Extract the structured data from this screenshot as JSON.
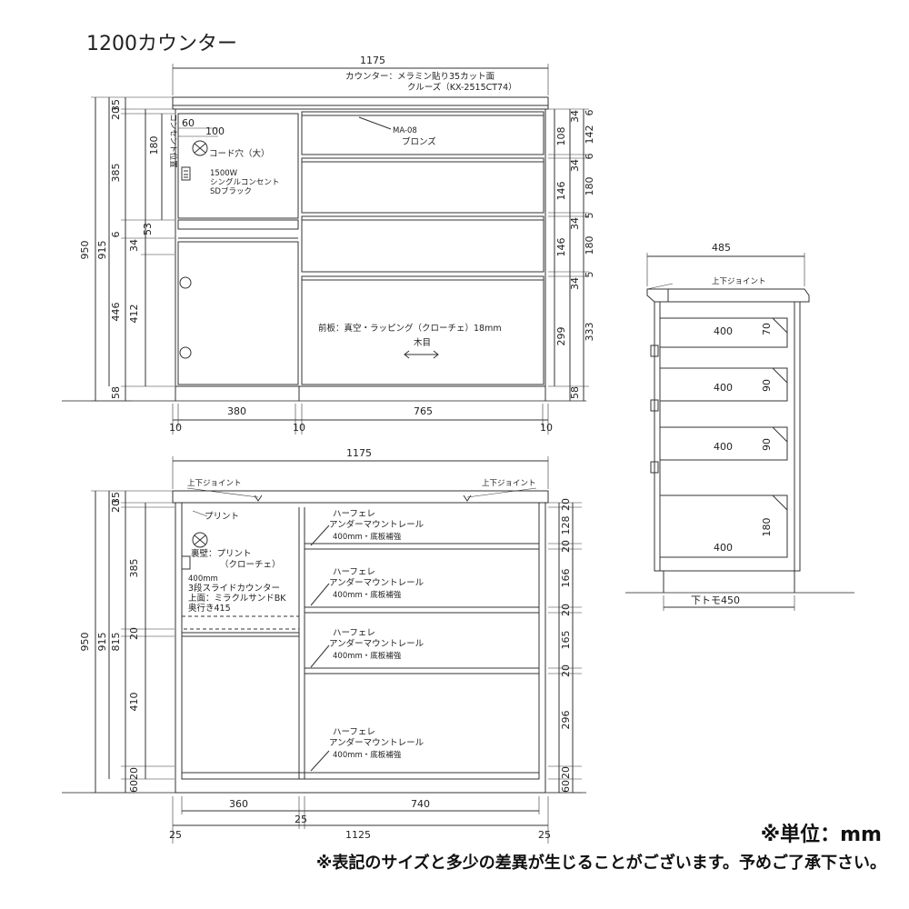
{
  "title": "1200カウンター",
  "notes": {
    "unit": "※単位：mm",
    "disclaimer": "※表記のサイズと多少の差異が生じることがございます。予めご了承下さい。"
  },
  "front_view": {
    "width_total": "1175",
    "counter_label_1": "カウンター：メラミン貼り35カット面",
    "counter_label_2": "クルーズ（KX-2515CT74）",
    "left_dims": [
      "35",
      "20",
      "385",
      "6",
      "34",
      "446",
      "58"
    ],
    "inner_left_dims": [
      "180",
      "53",
      "412"
    ],
    "outer_left_dims": [
      "950",
      "915"
    ],
    "top_small_dims": [
      "60",
      "100"
    ],
    "side_text": "コンセント位置",
    "cord_hole": "コード穴（大）",
    "outlet_1": "1500W",
    "outlet_2": "シングルコンセント",
    "outlet_3": "SDブラック",
    "handle_1": "MA-08",
    "handle_2": "ブロンズ",
    "drawer_right_dims": [
      "108",
      "146",
      "146",
      "299",
      "58"
    ],
    "right_dims_a": [
      "34",
      "34",
      "34",
      "34"
    ],
    "right_dims_b": [
      "6",
      "142",
      "6",
      "180",
      "5",
      "180",
      "5",
      "333"
    ],
    "front_panel": "前板：真空・ラッピング（クローチェ）18mm",
    "grain": "木目",
    "bottom_dims": [
      "10",
      "380",
      "10",
      "765",
      "10"
    ]
  },
  "interior_view": {
    "width_total": "1175",
    "joint_left": "上下ジョイント",
    "joint_right": "上下ジョイント",
    "print": "プリント",
    "back_1": "裏壁：プリント",
    "back_2": "（クローチェ）",
    "slide_1": "400mm",
    "slide_2": "3段スライドカウンター",
    "slide_3": "上面：ミラクルサンドBK",
    "slide_4": "奥行き415",
    "rail_1": "ハーフェレ",
    "rail_2": "アンダーマウントレール",
    "rail_3": "400mm・底板補強",
    "left_dims": [
      "35",
      "20",
      "385",
      "20",
      "410",
      "20",
      "60"
    ],
    "outer_left_dims": [
      "950",
      "915",
      "815"
    ],
    "right_dims": [
      "20",
      "128",
      "20",
      "166",
      "20",
      "165",
      "20",
      "296",
      "20",
      "60"
    ],
    "bottom_dims_top": [
      "360",
      "740"
    ],
    "bottom_dims_mid": [
      "25"
    ],
    "bottom_dims_low": [
      "25",
      "1125",
      "25"
    ]
  },
  "side_view": {
    "width_total": "485",
    "joint": "上下ジョイント",
    "drawer_depth": [
      "400",
      "400",
      "400",
      "400"
    ],
    "drawer_heights": [
      "70",
      "90",
      "90",
      "180"
    ],
    "bottom": "下トモ450"
  }
}
